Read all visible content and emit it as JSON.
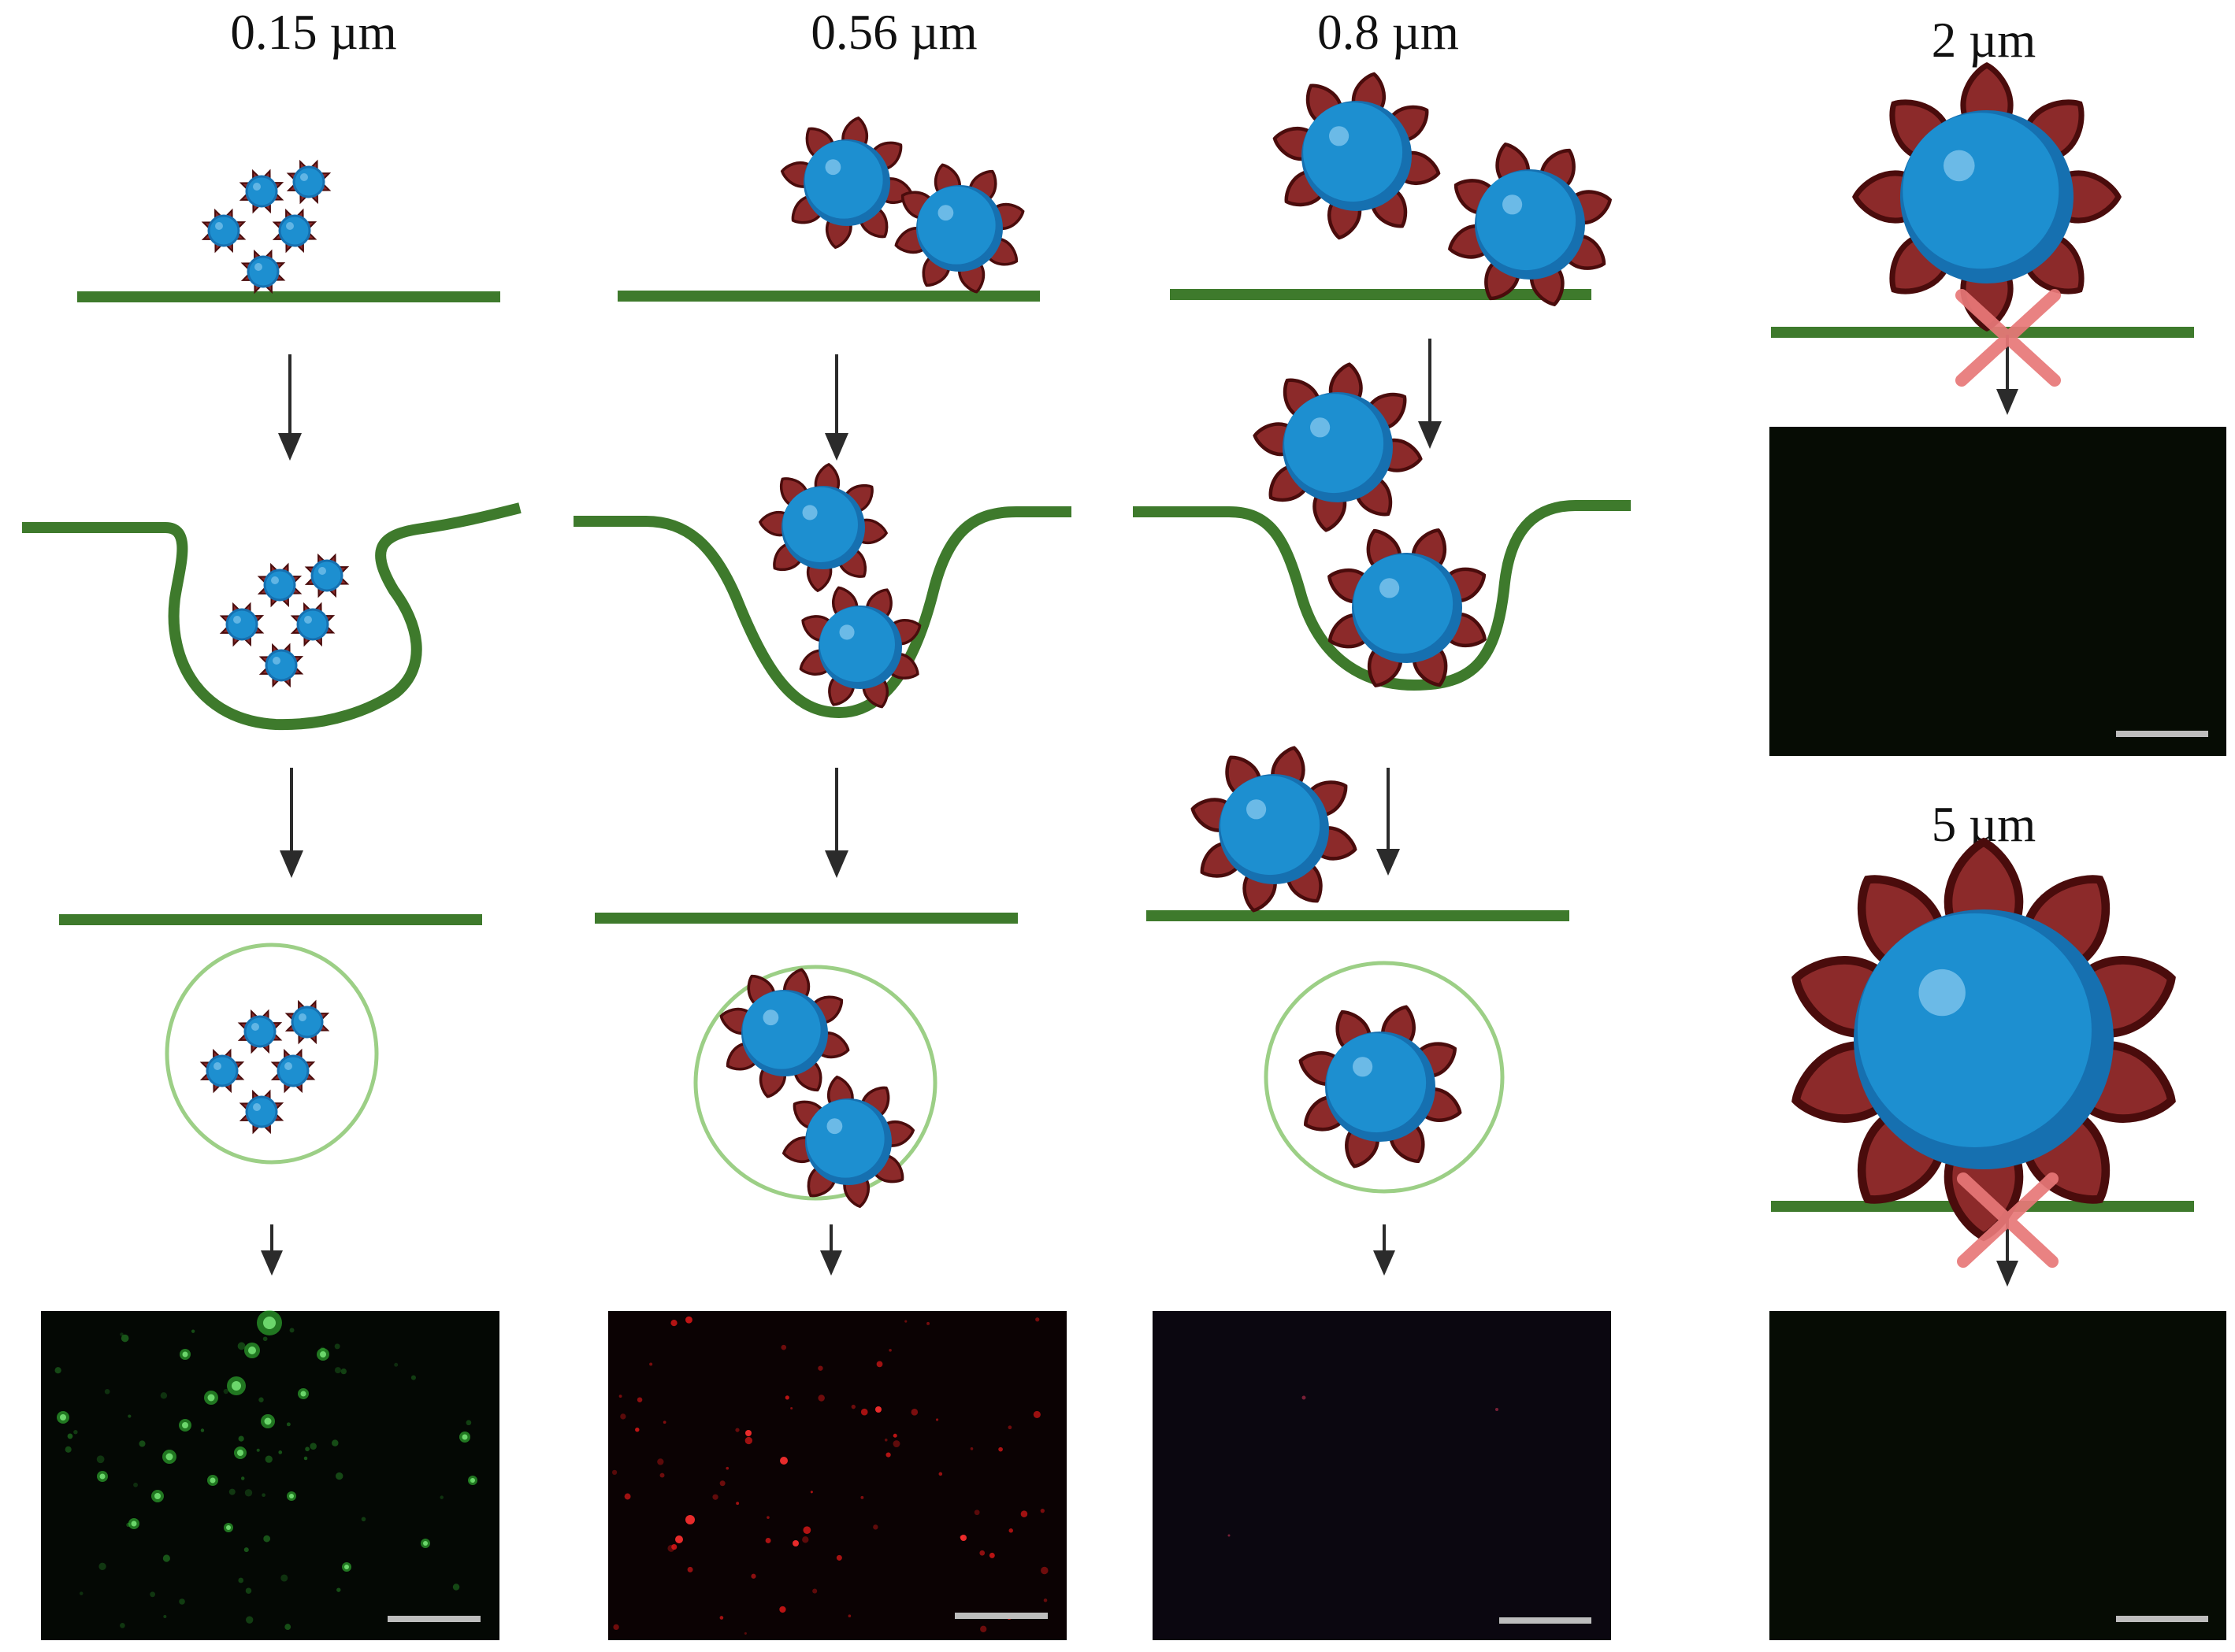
{
  "labels": {
    "col1": "0.15 µm",
    "col2": "0.56 µm",
    "col3": "0.8 µm",
    "col4_top": "2 µm",
    "col4_bottom": "5 µm"
  },
  "colors": {
    "membrane": "#3e7a2c",
    "vesicle_outline": "#9ccf86",
    "particle_body": "#1d8fd0",
    "particle_dark": "#1670b0",
    "particle_highlight": "#7fc4ec",
    "spike_fill": "#8c2a2a",
    "spike_stroke": "#4a0c0c",
    "arrow": "#2b2b2b",
    "cross": "#e87878",
    "scale_bar": "#bdbdbd",
    "fluorescence_green": "#3bd43b",
    "fluorescence_red": "#e01818"
  },
  "micrographs": [
    {
      "column": "0.15 µm",
      "signal": "green",
      "background": "#040804"
    },
    {
      "column": "0.56 µm",
      "signal": "red",
      "background": "#0b0203"
    },
    {
      "column": "0.8 µm",
      "signal": "faint",
      "background": "#0b0710"
    },
    {
      "column": "2 µm",
      "signal": "none",
      "background": "#060c04"
    },
    {
      "column": "5 µm",
      "signal": "none",
      "background": "#060c04"
    }
  ],
  "uptake": [
    {
      "size": "0.15 µm",
      "internalized": true
    },
    {
      "size": "0.56 µm",
      "internalized": true
    },
    {
      "size": "0.8 µm",
      "internalized": true
    },
    {
      "size": "2 µm",
      "internalized": false
    },
    {
      "size": "5 µm",
      "internalized": false
    }
  ]
}
